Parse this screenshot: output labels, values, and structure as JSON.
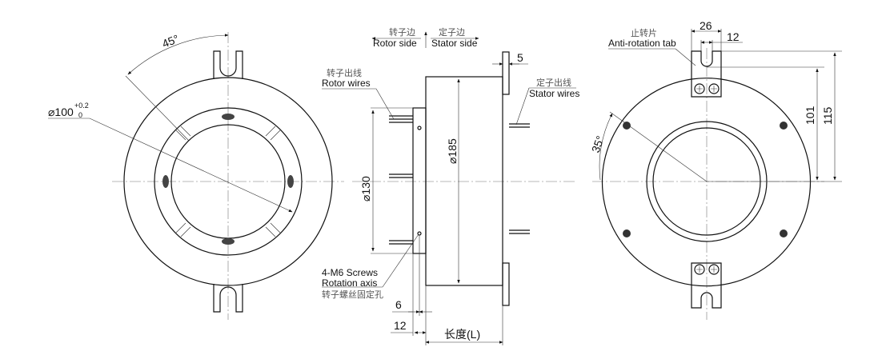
{
  "front_view": {
    "angle_label": "45°",
    "diameter_label": "⌀100",
    "tol_upper": "+0.2",
    "tol_lower": "0"
  },
  "side_view": {
    "rotor_side_cn": "转子边",
    "rotor_side": "Rotor side",
    "stator_side_cn": "定子边",
    "stator_side": "Stator side",
    "rotor_wires_cn": "转子出线",
    "rotor_wires": "Rotor wires",
    "stator_wires_cn": "定子出线",
    "stator_wires": "Stator wires",
    "flange_thickness": "5",
    "diameter_130": "⌀130",
    "diameter_185": "⌀185",
    "screws": "4-M6 Screws",
    "rotation_axis": "Rotation axis",
    "screws_cn": "转子螺丝固定孔",
    "dim_6": "6",
    "dim_12": "12",
    "length_label": "长度(L)"
  },
  "back_view": {
    "tab_cn": "止转片",
    "tab_label": "Anti-rotation tab",
    "tab_width": "26",
    "slot_width": "12",
    "dim_101": "101",
    "dim_115": "115",
    "angle_label": "35°"
  }
}
